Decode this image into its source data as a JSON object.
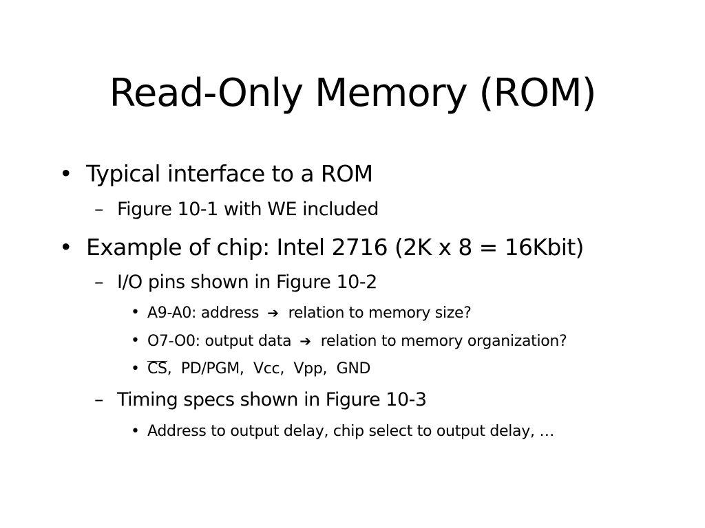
{
  "slide": {
    "title": "Read-Only Memory (ROM)",
    "bullets": [
      {
        "text": "Typical interface to a ROM",
        "sub": [
          {
            "text": "Figure 10-1 with WE included"
          }
        ]
      },
      {
        "text": "Example of chip: Intel 2716 (2K x 8 = 16Kbit)",
        "sub": [
          {
            "text": "I/O pins shown in Figure 10-2",
            "sub": [
              {
                "pre": "A9-A0: address",
                "post": "relation to memory size?"
              },
              {
                "pre": "O7-O0: output data",
                "post": "relation to memory organization?"
              },
              {
                "overlined": "CS",
                "rest": ",  PD/PGM,  Vcc,  Vpp,  GND"
              }
            ]
          },
          {
            "text": "Timing specs shown in Figure 10-3",
            "sub": [
              {
                "text": "Address to output delay, chip select to output delay, …"
              }
            ]
          }
        ]
      }
    ],
    "markers": {
      "level1": "•",
      "level2": "–",
      "level3": "•",
      "arrow": "➔"
    }
  }
}
